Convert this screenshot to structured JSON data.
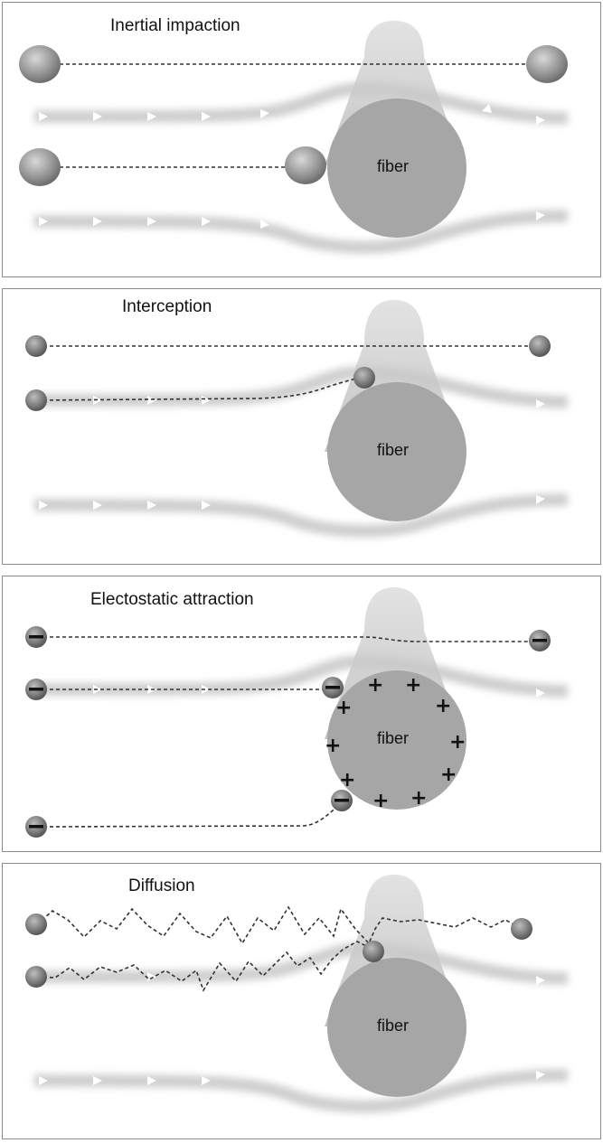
{
  "panels": [
    {
      "title": "Inertial impaction",
      "fiber_label": "fiber"
    },
    {
      "title": "Interception",
      "fiber_label": "fiber"
    },
    {
      "title": "Electostatic attraction",
      "fiber_label": "fiber"
    },
    {
      "title": "Diffusion",
      "fiber_label": "fiber"
    }
  ]
}
